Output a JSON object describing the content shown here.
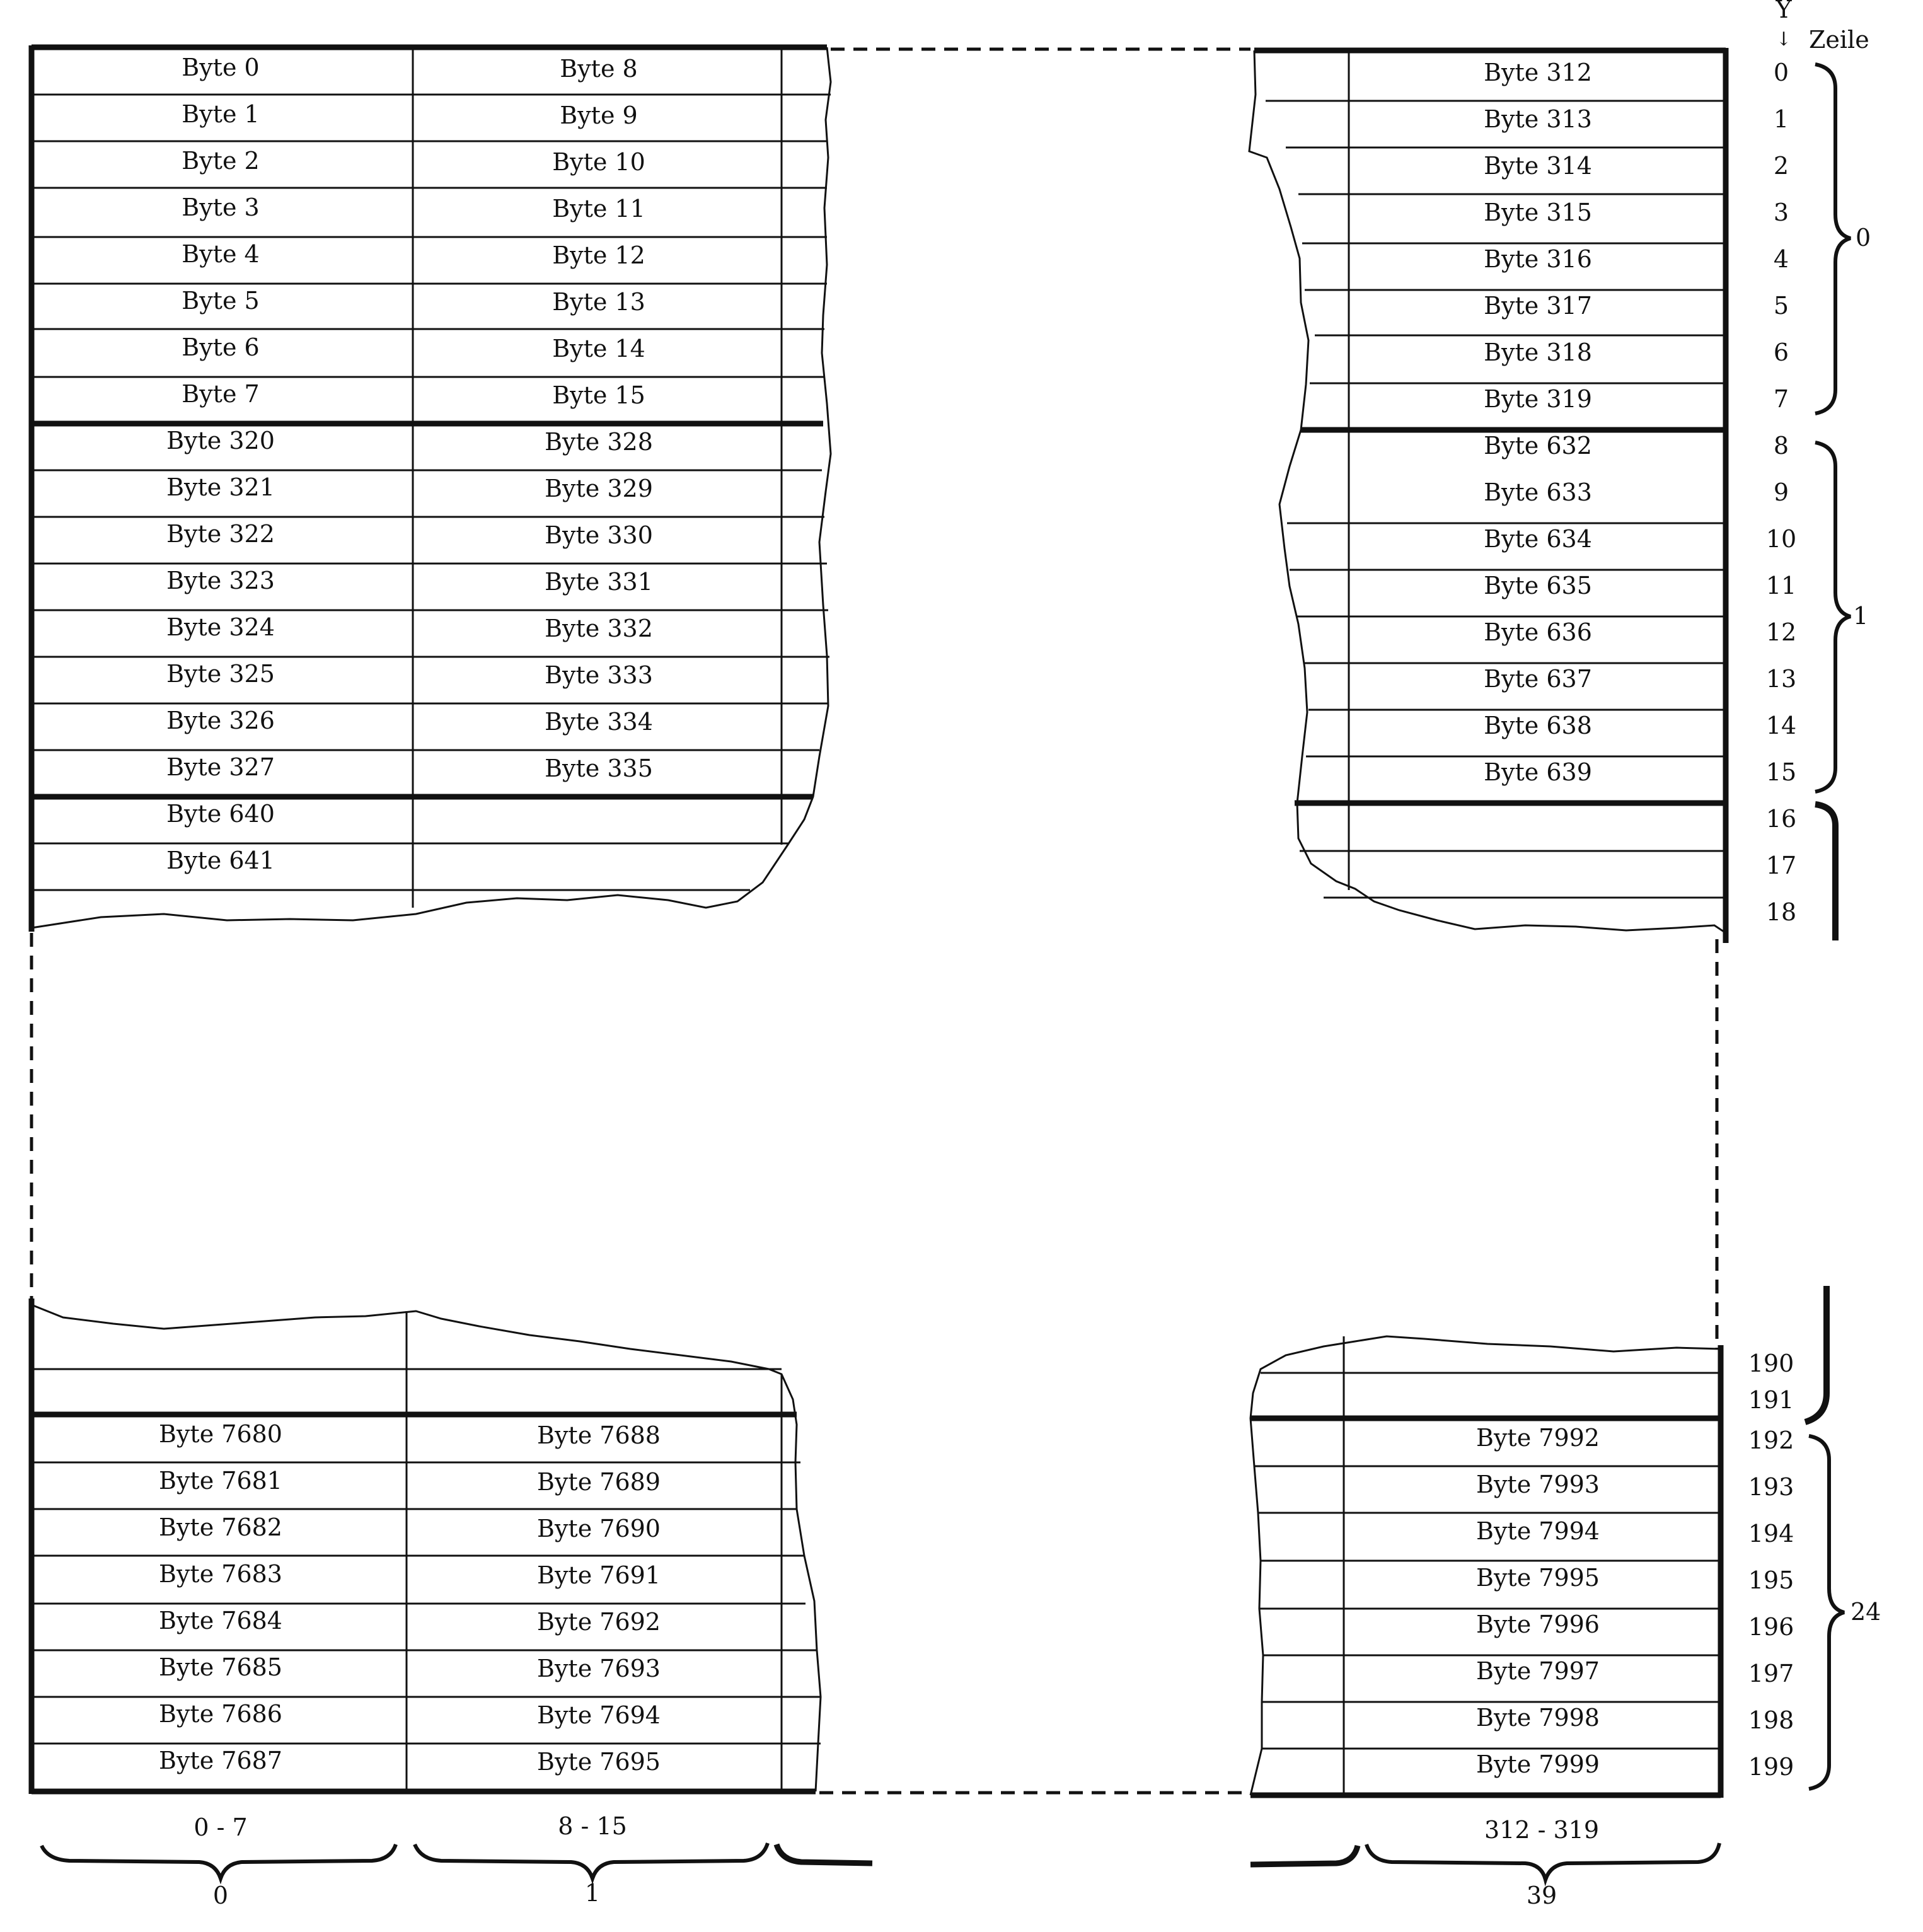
{
  "header": {
    "y_axis_label": "Y",
    "arrow": "↓",
    "row_label": "Zeile"
  },
  "blocks": {
    "top_left": {
      "col0": [
        "Byte 0",
        "Byte 1",
        "Byte 2",
        "Byte 3",
        "Byte 4",
        "Byte 5",
        "Byte 6",
        "Byte 7",
        "Byte 320",
        "Byte 321",
        "Byte 322",
        "Byte 323",
        "Byte 324",
        "Byte 325",
        "Byte 326",
        "Byte 327",
        "Byte 640",
        "Byte 641",
        ""
      ],
      "col1": [
        "Byte 8",
        "Byte 9",
        "Byte 10",
        "Byte 11",
        "Byte 12",
        "Byte 13",
        "Byte 14",
        "Byte 15",
        "Byte 328",
        "Byte 329",
        "Byte 330",
        "Byte 331",
        "Byte 332",
        "Byte 333",
        "Byte 334",
        "Byte 335",
        "",
        "",
        ""
      ]
    },
    "top_right": {
      "col39": [
        "Byte 312",
        "Byte 313",
        "Byte 314",
        "Byte 315",
        "Byte 316",
        "Byte 317",
        "Byte 318",
        "Byte 319",
        "Byte 632",
        "Byte 633",
        "Byte 634",
        "Byte 635",
        "Byte 636",
        "Byte 637",
        "Byte 638",
        "Byte 639",
        "",
        "",
        ""
      ]
    },
    "bottom_left": {
      "col0": [
        "",
        "",
        "Byte 7680",
        "Byte 7681",
        "Byte 7682",
        "Byte 7683",
        "Byte 7684",
        "Byte 7685",
        "Byte 7686",
        "Byte 7687"
      ],
      "col1": [
        "",
        "",
        "Byte 7688",
        "Byte 7689",
        "Byte 7690",
        "Byte 7691",
        "Byte 7692",
        "Byte 7693",
        "Byte 7694",
        "Byte 7695"
      ]
    },
    "bottom_right": {
      "col39": [
        "",
        "",
        "Byte 7992",
        "Byte 7993",
        "Byte 7994",
        "Byte 7995",
        "Byte 7996",
        "Byte 7997",
        "Byte 7998",
        "Byte 7999"
      ]
    }
  },
  "y_numbers": {
    "top": [
      "0",
      "1",
      "2",
      "3",
      "4",
      "5",
      "6",
      "7",
      "8",
      "9",
      "10",
      "11",
      "12",
      "13",
      "14",
      "15",
      "16",
      "17",
      "18"
    ],
    "bottom": [
      "190",
      "191",
      "192",
      "193",
      "194",
      "195",
      "196",
      "197",
      "198",
      "199"
    ]
  },
  "row_groups": [
    "0",
    "1",
    "24"
  ],
  "x_ranges": [
    "0 - 7",
    "8 - 15",
    "312 - 319"
  ],
  "columns": [
    "0",
    "1",
    "39"
  ]
}
